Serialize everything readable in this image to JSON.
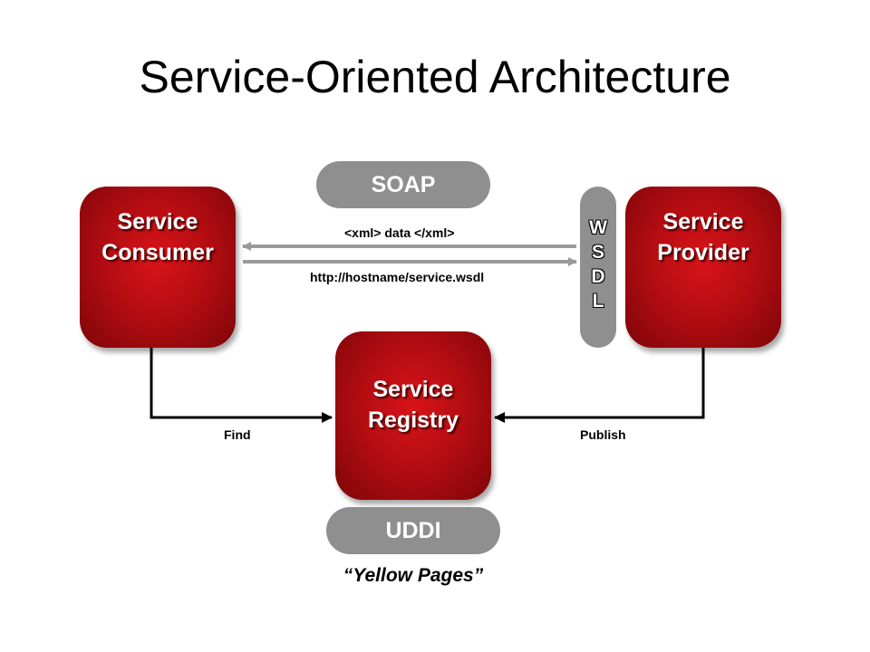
{
  "title": "Service-Oriented Architecture",
  "nodes": {
    "consumer": {
      "line1": "Service",
      "line2": "Consumer"
    },
    "provider": {
      "line1": "Service",
      "line2": "Provider"
    },
    "registry": {
      "line1": "Service",
      "line2": "Registry"
    }
  },
  "protocols": {
    "soap": "SOAP",
    "uddi": "UDDI",
    "wsdl_letters": [
      "W",
      "S",
      "D",
      "L"
    ]
  },
  "connections": {
    "xml_data": "<xml> data </xml>",
    "wsdl_url": "http://hostname/service.wsdl",
    "find": "Find",
    "publish": "Publish"
  },
  "caption": "“Yellow Pages”",
  "colors": {
    "box_red": "#c1121a",
    "pill_gray": "#8f8f8f",
    "line_gray": "#9a9a9a",
    "line_black": "#000000"
  }
}
